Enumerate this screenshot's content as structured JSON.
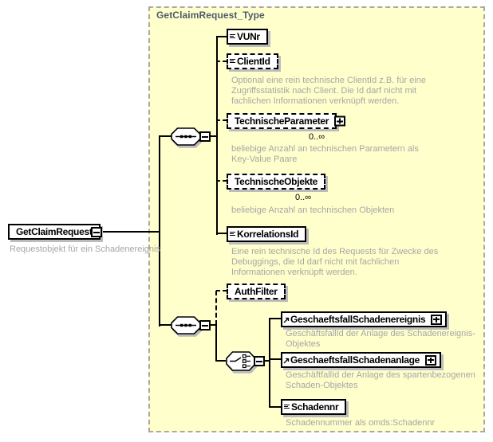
{
  "container": {
    "title": "GetClaimRequest_Type"
  },
  "root": {
    "label": "GetClaimRequest",
    "annotation": "Requestobjekt für ein Schadenereignis"
  },
  "nodes": {
    "vunr": {
      "label": "VUNr"
    },
    "clientid": {
      "label": "ClientId",
      "annotation": "Optional eine rein technische ClientId z.B. für eine Zugriffsstatistik nach Client. Die Id darf nicht mit fachlichen Informationen verknüpft werden."
    },
    "technische_parameter": {
      "label": "TechnischeParameter",
      "occurrence": "0..∞",
      "annotation": "beliebige Anzahl an technischen Parametern als Key-Value Paare"
    },
    "technische_objekte": {
      "label": "TechnischeObjekte",
      "occurrence": "0..∞",
      "annotation": "beliebige Anzahl an technischen Objekten"
    },
    "korrelationsid": {
      "label": "KorrelationsId",
      "annotation": "Eine rein technische Id des Requests für Zwecke des Debuggings, die Id darf nicht mit fachlichen Informationen verknüpft werden."
    },
    "authfilter": {
      "label": "AuthFilter"
    },
    "gf_schadenereignis": {
      "label": "GeschaeftsfallSchadenereignis",
      "annotation": "GeschäftsfallId der Anlage des Schadenereignis-Objektes"
    },
    "gf_schadenanlage": {
      "label": "GeschaeftsfallSchadenanlage",
      "annotation": "GeschäftfallId der Anlage des spartenbezogenen Schaden-Objektes"
    },
    "schadennr": {
      "label": "Schadennr",
      "annotation": "Schadennummer als omds:Schadennr"
    }
  },
  "colors": {
    "container_fill": "#FFFFCC",
    "container_border": "#A8A8A8",
    "title_text": "#4D5B6C",
    "annotation_text": "#A6A6A6",
    "box_border": "#000000",
    "shadow": "#BCBCBC"
  }
}
